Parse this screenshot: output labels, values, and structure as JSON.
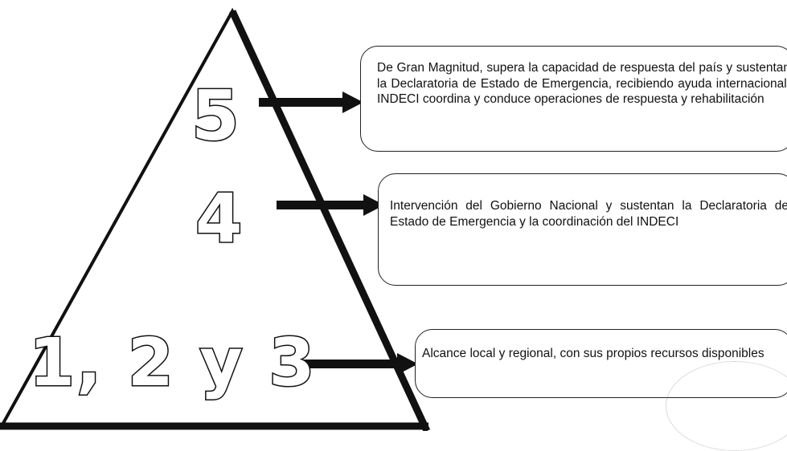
{
  "levels": [
    {
      "id": "5",
      "label": "5",
      "text": "De Gran Magnitud, supera la capacidad de respuesta del país y sustentan la Declaratoria de Estado de Emergencia, recibiendo ayuda internacional. INDECI coordina y conduce operaciones de respuesta y rehabilitación"
    },
    {
      "id": "4",
      "label": "4",
      "text": "Intervención del Gobierno Nacional y sustentan la Declaratoria de Estado de Emergencia y la coordinación del INDECI"
    },
    {
      "id": "123",
      "label": "1, 2 y 3",
      "text": "Alcance local y regional, con sus propios recursos disponibles"
    }
  ]
}
